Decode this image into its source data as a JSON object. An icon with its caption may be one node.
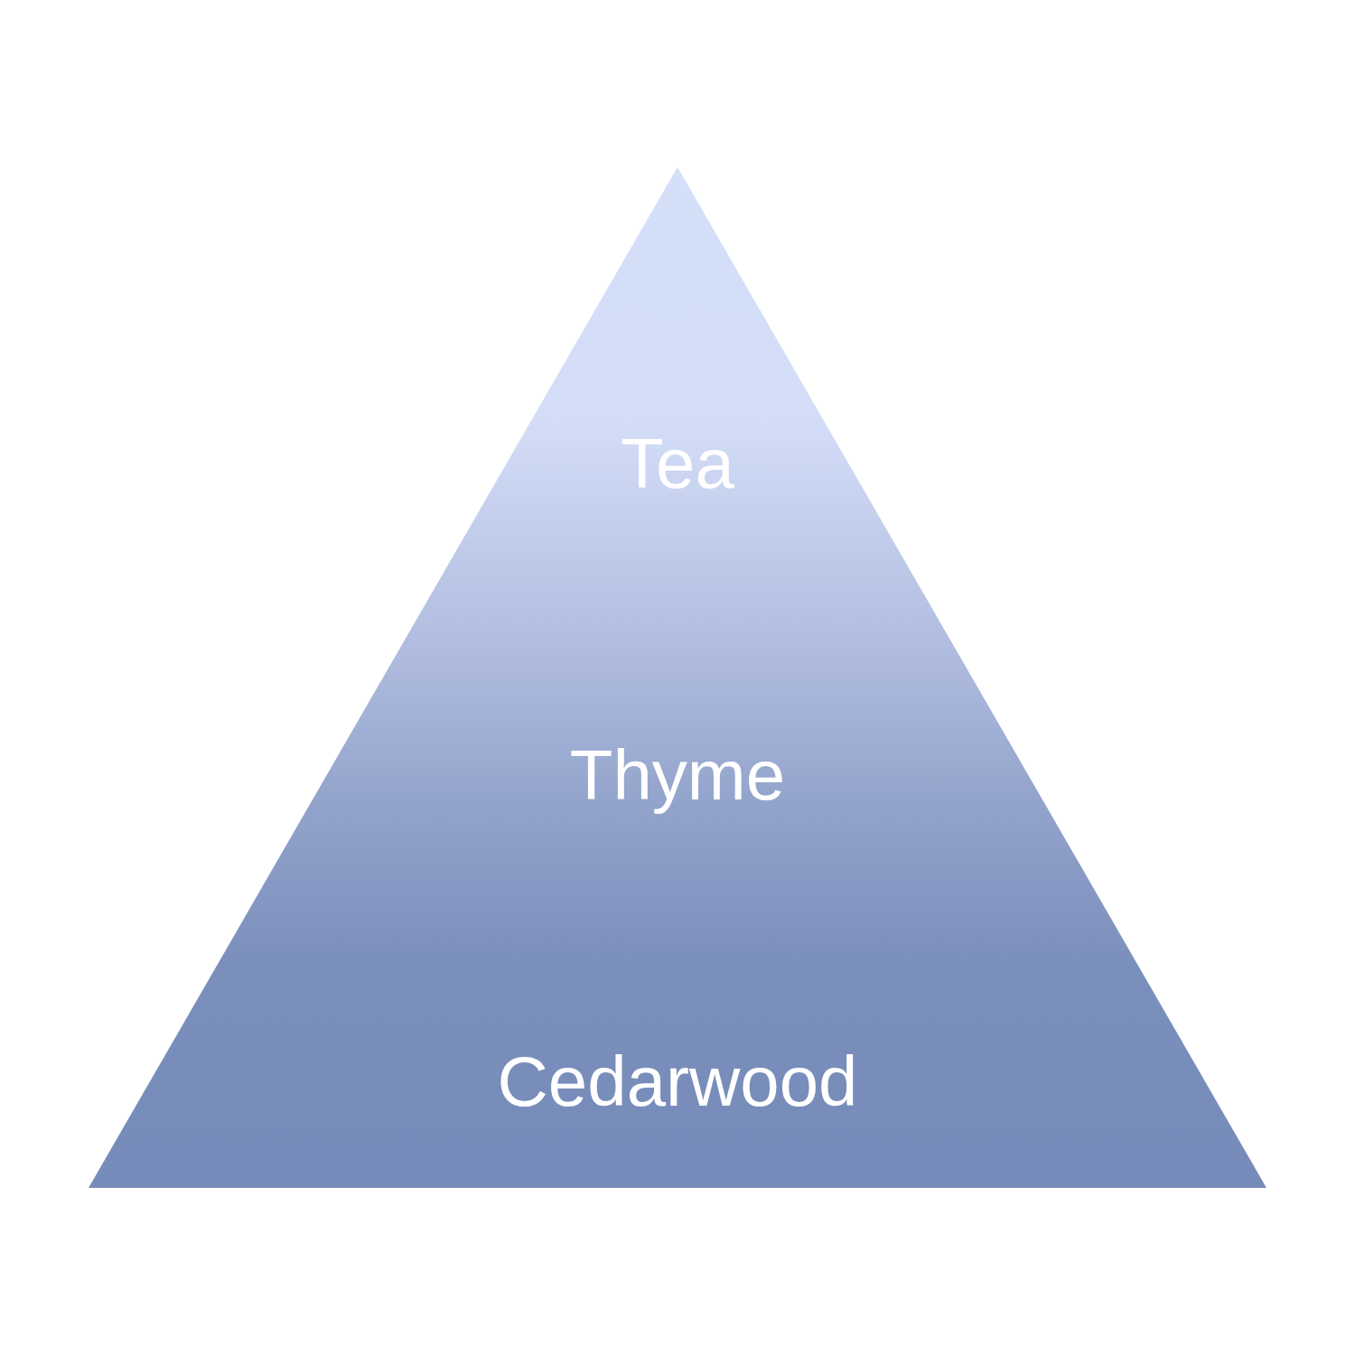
{
  "diagram": {
    "nodes": [
      {
        "text": [
          "Tea",
          "Thyme",
          "Cedarwood"
        ]
      }
    ]
  }
}
